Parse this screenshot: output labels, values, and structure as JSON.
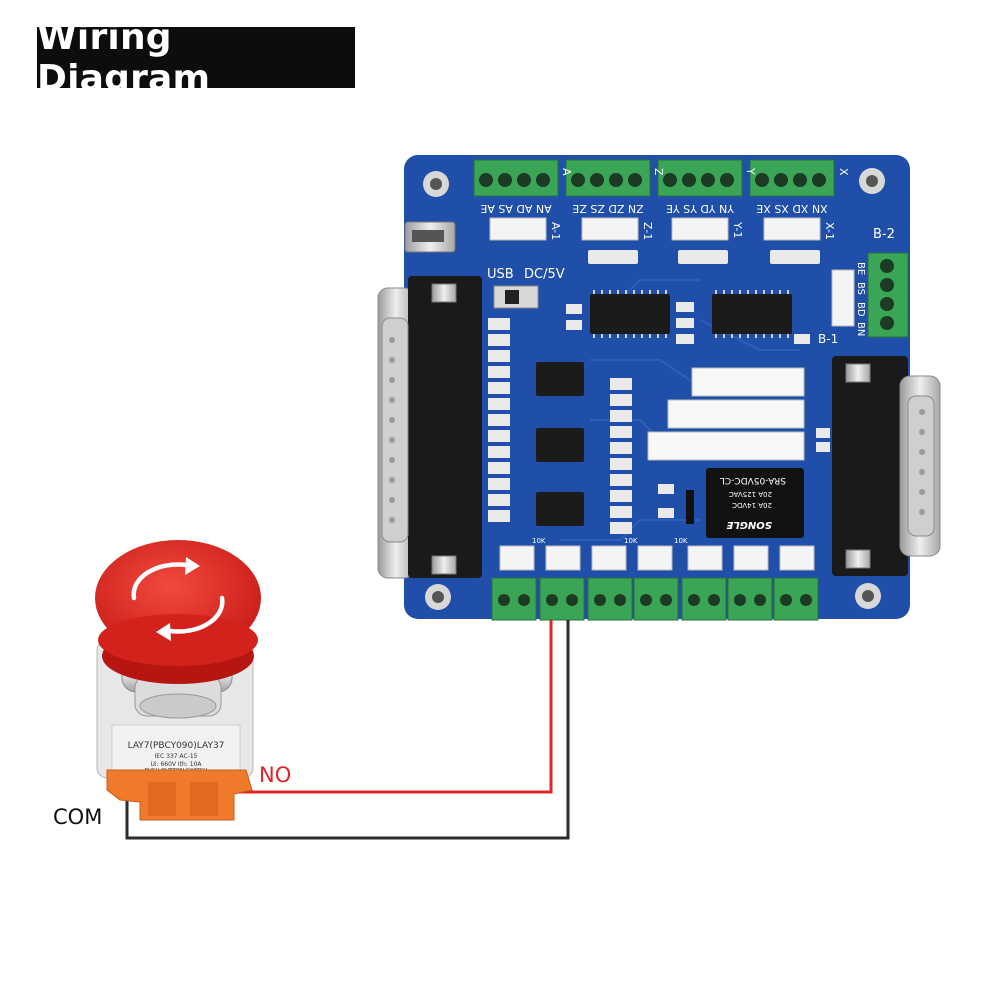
{
  "title": "Wiring Diagram",
  "board": {
    "usb_label": "USB",
    "power_label": "DC/5V",
    "b2_label": "B-2",
    "b1_label": "B-1",
    "top_terminal_labels": [
      "AN AD AS AE",
      "ZN ZD ZS ZE",
      "YN YD YS YE",
      "XN XD XS XE"
    ],
    "top_axis_marks": [
      "A",
      "Z",
      "Y",
      "X"
    ],
    "header_axis_labels": [
      "A-1",
      "Z-1",
      "Y-1",
      "X-1"
    ],
    "side_terminal_labels": [
      "BN",
      "BD",
      "BS",
      "BE"
    ],
    "relay_brand": "SONGLE",
    "relay_model": "SRA-05VDC-CL",
    "relay_rating_1": "20A 125VAC",
    "relay_rating_2": "20A 14VDC",
    "resistor_label": "10K"
  },
  "switch": {
    "model": "LAY7(PBCY090)LAY37",
    "spec_line_1": "IEC 337   AC-15",
    "spec_line_2": "Ui: 660V   Ith: 10A",
    "type": "PUSH BUTTON SWITCH"
  },
  "wires": {
    "no_label": "NO",
    "com_label": "COM",
    "no_color": "#e0242a",
    "com_color": "#2b2b2b"
  },
  "colors": {
    "pcb": "#1f4fa8",
    "terminal": "#3aa655",
    "button": "#e32b24",
    "base": "#ef7a2c"
  }
}
